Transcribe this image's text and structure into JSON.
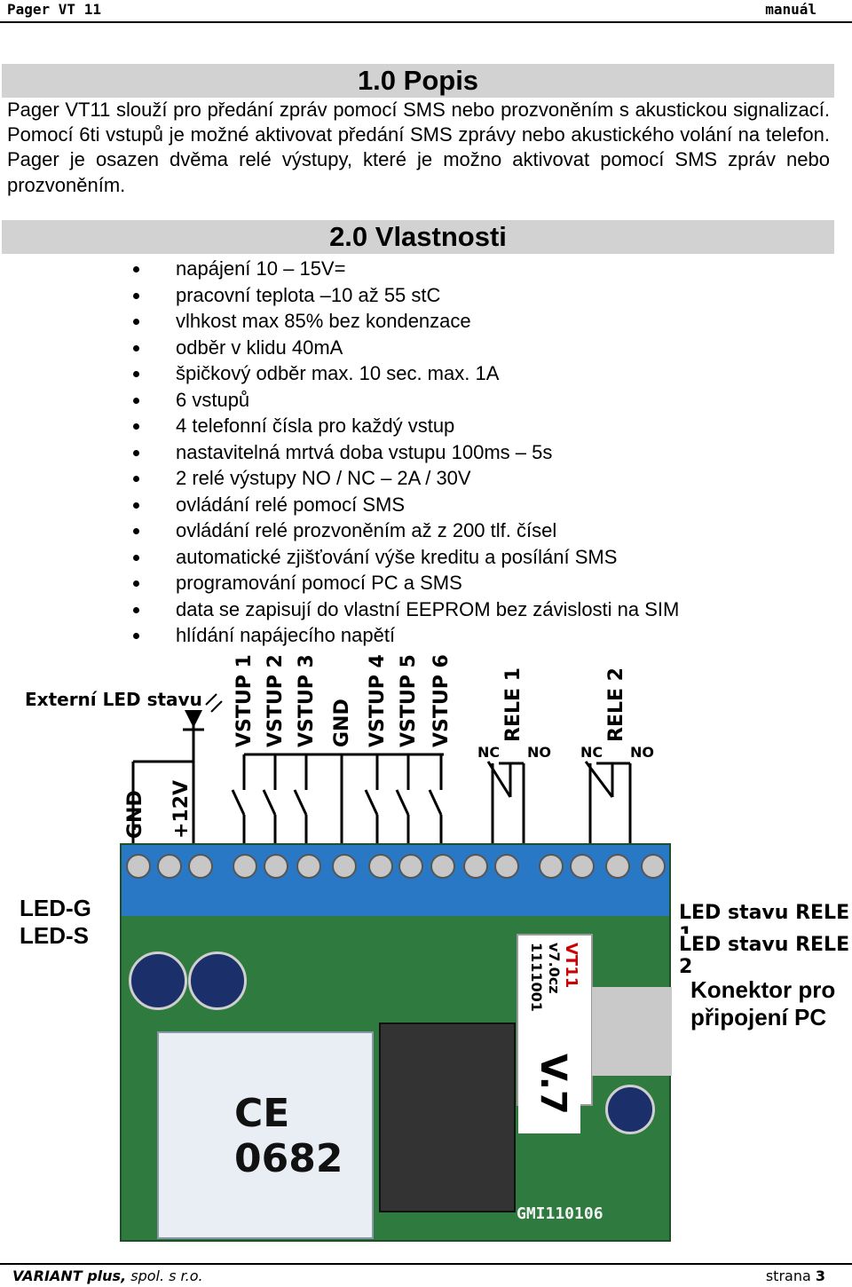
{
  "header": {
    "left": "Pager VT 11",
    "right": "manuál"
  },
  "section1": {
    "title": "1.0 Popis",
    "text": "Pager VT11 slouží pro předání zpráv pomocí SMS nebo prozvoněním s akustickou signalizací. Pomocí 6ti vstupů je možné aktivovat předání SMS zprávy nebo akustického volání na telefon. Pager je osazen dvěma relé výstupy, které je možno aktivovat pomocí SMS zpráv nebo prozvoněním."
  },
  "section2": {
    "title": "2.0 Vlastnosti",
    "items": [
      "napájení 10 – 15V=",
      "pracovní teplota –10 až 55 stC",
      "vlhkost max 85% bez kondenzace",
      "odběr v klidu 40mA",
      "špičkový odběr max. 10 sec. max. 1A",
      "6 vstupů",
      "4 telefonní čísla pro každý vstup",
      "nastavitelná mrtvá doba vstupu 100ms – 5s",
      "2 relé výstupy NO / NC – 2A / 30V",
      "ovládání relé pomocí SMS",
      "ovládání relé prozvoněním až z 200 tlf. čísel",
      "automatické zjišťování výše kreditu a posílání SMS",
      "programování pomocí PC a SMS",
      "data se zapisují do vlastní EEPROM bez závislosti na SIM",
      "hlídání napájecího napětí"
    ]
  },
  "diagram": {
    "ext_led": "Externí LED stavu",
    "gnd": "GND",
    "v12": "+12V",
    "vstup1": "VSTUP 1",
    "vstup2": "VSTUP 2",
    "vstup3": "VSTUP 3",
    "gnd2": "GND",
    "vstup4": "VSTUP 4",
    "vstup5": "VSTUP 5",
    "vstup6": "VSTUP 6",
    "rele1": "RELE 1",
    "rele2": "RELE 2",
    "nc": "NC",
    "no": "NO",
    "led_g": "LED-G",
    "led_s": "LED-S",
    "led_rele1": "LED stavu RELE 1",
    "led_rele2": "LED stavu RELE 2",
    "konektor": "Konektor pro připojení PC",
    "sticker_line1": "VT11",
    "sticker_line2": "v7.0cz",
    "sticker_line3": "1111001",
    "version": "V.7",
    "ce": "CE 0682",
    "board_code": "GMI110106"
  },
  "footer": {
    "company_bold": "VARIANT plus,",
    "company_rest": " spol. s r.o.",
    "page_label": "strana",
    "page_number": "3"
  }
}
